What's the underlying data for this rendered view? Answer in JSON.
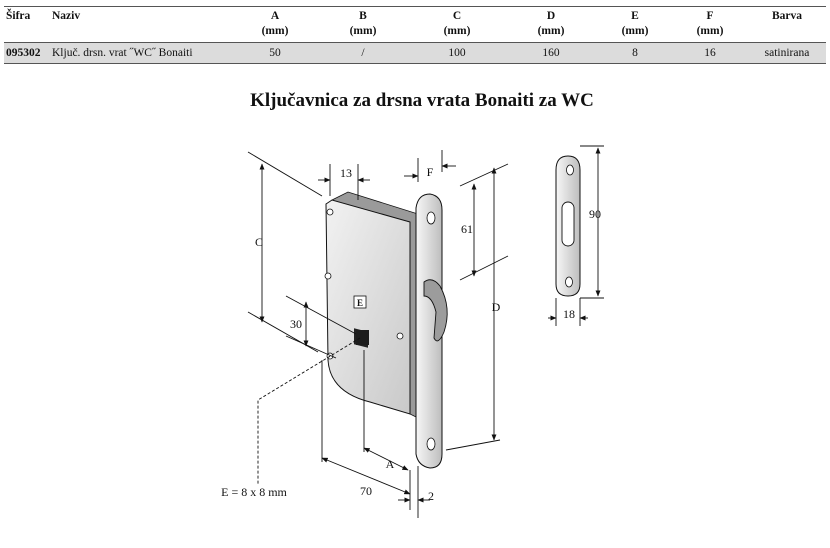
{
  "table": {
    "headers": [
      {
        "key": "sifra",
        "line1": "Šifra",
        "line2": ""
      },
      {
        "key": "naziv",
        "line1": "Naziv",
        "line2": ""
      },
      {
        "key": "a",
        "line1": "A",
        "line2": "(mm)"
      },
      {
        "key": "b",
        "line1": "B",
        "line2": "(mm)"
      },
      {
        "key": "c",
        "line1": "C",
        "line2": "(mm)"
      },
      {
        "key": "d",
        "line1": "D",
        "line2": "(mm)"
      },
      {
        "key": "e",
        "line1": "E",
        "line2": "(mm)"
      },
      {
        "key": "f",
        "line1": "F",
        "line2": "(mm)"
      },
      {
        "key": "barva",
        "line1": "Barva",
        "line2": ""
      }
    ],
    "row": {
      "sifra": "095302",
      "naziv": "Ključ. drsn. vrat ˝WC˝ Bonaiti",
      "a": "50",
      "b": "/",
      "c": "100",
      "d": "160",
      "e": "8",
      "f": "16",
      "barva": "satinirana"
    }
  },
  "title": "Ključavnica za drsna vrata Bonaiti za WC",
  "drawing": {
    "dim_c": "C",
    "dim_13": "13",
    "dim_f": "F",
    "dim_61": "61",
    "dim_d": "D",
    "dim_30": "30",
    "dim_a": "A",
    "dim_70": "70",
    "dim_2": "2",
    "dim_90": "90",
    "dim_18": "18",
    "e_label": "E = 8 x 8 mm",
    "lock_mark": "E",
    "colors": {
      "lock_face": "#e6e6e6",
      "lock_shade": "#b8b8b8",
      "line": "#111111",
      "table_row": "#dcdcdc"
    }
  }
}
